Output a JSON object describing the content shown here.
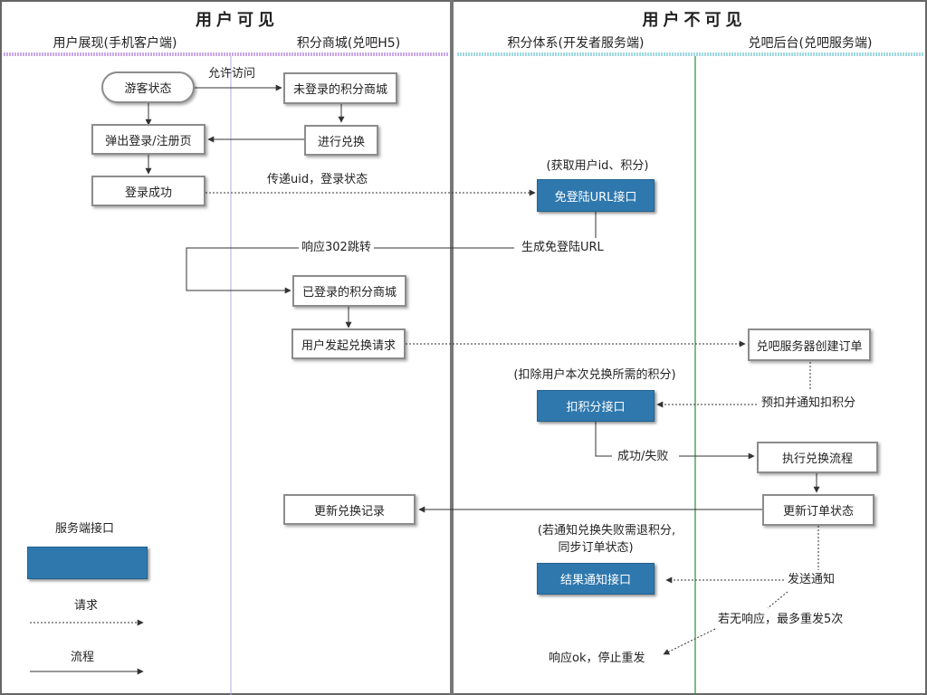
{
  "sections": {
    "visible_title": "用户可见",
    "invisible_title": "用户不可见"
  },
  "lanes": [
    "用户展现(手机客户端)",
    "积分商城(兑吧H5)",
    "积分体系(开发者服务端)",
    "兑吧后台(兑吧服务端)"
  ],
  "nodes": {
    "guest": "游客状态",
    "login_popup": "弹出登录/注册页",
    "login_success": "登录成功",
    "mall_guest": "未登录的积分商城",
    "exchange": "进行兑换",
    "mall_logged": "已登录的积分商城",
    "user_request": "用户发起兑换请求",
    "update_record": "更新兑换记录",
    "free_login_api": "免登陆URL接口",
    "deduct_api": "扣积分接口",
    "result_api": "结果通知接口",
    "create_order": "兑吧服务器创建订单",
    "exec_flow": "执行兑换流程",
    "update_order": "更新订单状态"
  },
  "labels": {
    "allow_access": "允许访问",
    "pass_uid": "传递uid，登录状态",
    "get_uid": "(获取用户id、积分)",
    "redirect": "响应302跳转",
    "gen_url": "生成免登陆URL",
    "deduct_note": "(扣除用户本次兑换所需的积分)",
    "pre_deduct": "预扣并通知扣积分",
    "success_fail": "成功/失败",
    "refund_note_1": "(若通知兑换失败需退积分,",
    "refund_note_2": "同步订单状态)",
    "send_notify": "发送通知",
    "retry": "若无响应，最多重发5次",
    "stop_retry": "响应ok，停止重发"
  },
  "legend": {
    "api": "服务端接口",
    "request": "请求",
    "flow": "流程"
  },
  "colors": {
    "api_box": "#2e78ae",
    "visible_underline": "#c9a8e8",
    "invisible_underline": "#9fd8e0",
    "lane_divider_purple": "#b9a9e6",
    "lane_divider_green": "#2e8b3a"
  }
}
